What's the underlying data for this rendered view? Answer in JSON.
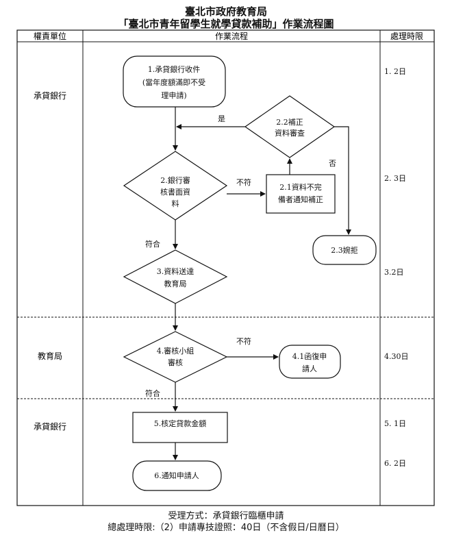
{
  "header": {
    "title_line1": "臺北市政府教育局",
    "title_line2": "「臺北市青年留學生就學貸款補助」作業流程圖"
  },
  "columns": {
    "unit": "權責單位",
    "flow": "作業流程",
    "time": "處理時限"
  },
  "units": {
    "bank_top": "承貸銀行",
    "edu": "教育局",
    "bank_bottom": "承貸銀行"
  },
  "nodes": {
    "n1": [
      "1.承貸銀行收件",
      "(當年度額滿即不受",
      "理申請)"
    ],
    "n22": [
      "2.2補正",
      "資料審查"
    ],
    "n2": [
      "2.銀行審",
      "核書面資",
      "料"
    ],
    "n21": [
      "2.1資料不完",
      "備者通知補正"
    ],
    "n23": [
      "2.3婉拒"
    ],
    "n3": [
      "3.資料送達",
      "教育局"
    ],
    "n4": [
      "4.審核小組",
      "審核"
    ],
    "n41": [
      "4.1函復申",
      "請人"
    ],
    "n5": [
      "5.核定貸款金額"
    ],
    "n6": [
      "6.通知申請人"
    ]
  },
  "edge_labels": {
    "yes": "是",
    "no": "否",
    "mismatch_1": "不符",
    "match_1": "符合",
    "mismatch_2": "不符",
    "match_2": "符合"
  },
  "times": {
    "t1": "1. 2日",
    "t2": "2. 3日",
    "t32": "3.2日",
    "t430": "4.30日",
    "t51": "5. 1日",
    "t62": "6. 2日"
  },
  "footer": {
    "line1": "受理方式：承貸銀行臨櫃申請",
    "line2": "總處理時限:（2）申請專技證照：40日（不含假日/日曆日）"
  }
}
